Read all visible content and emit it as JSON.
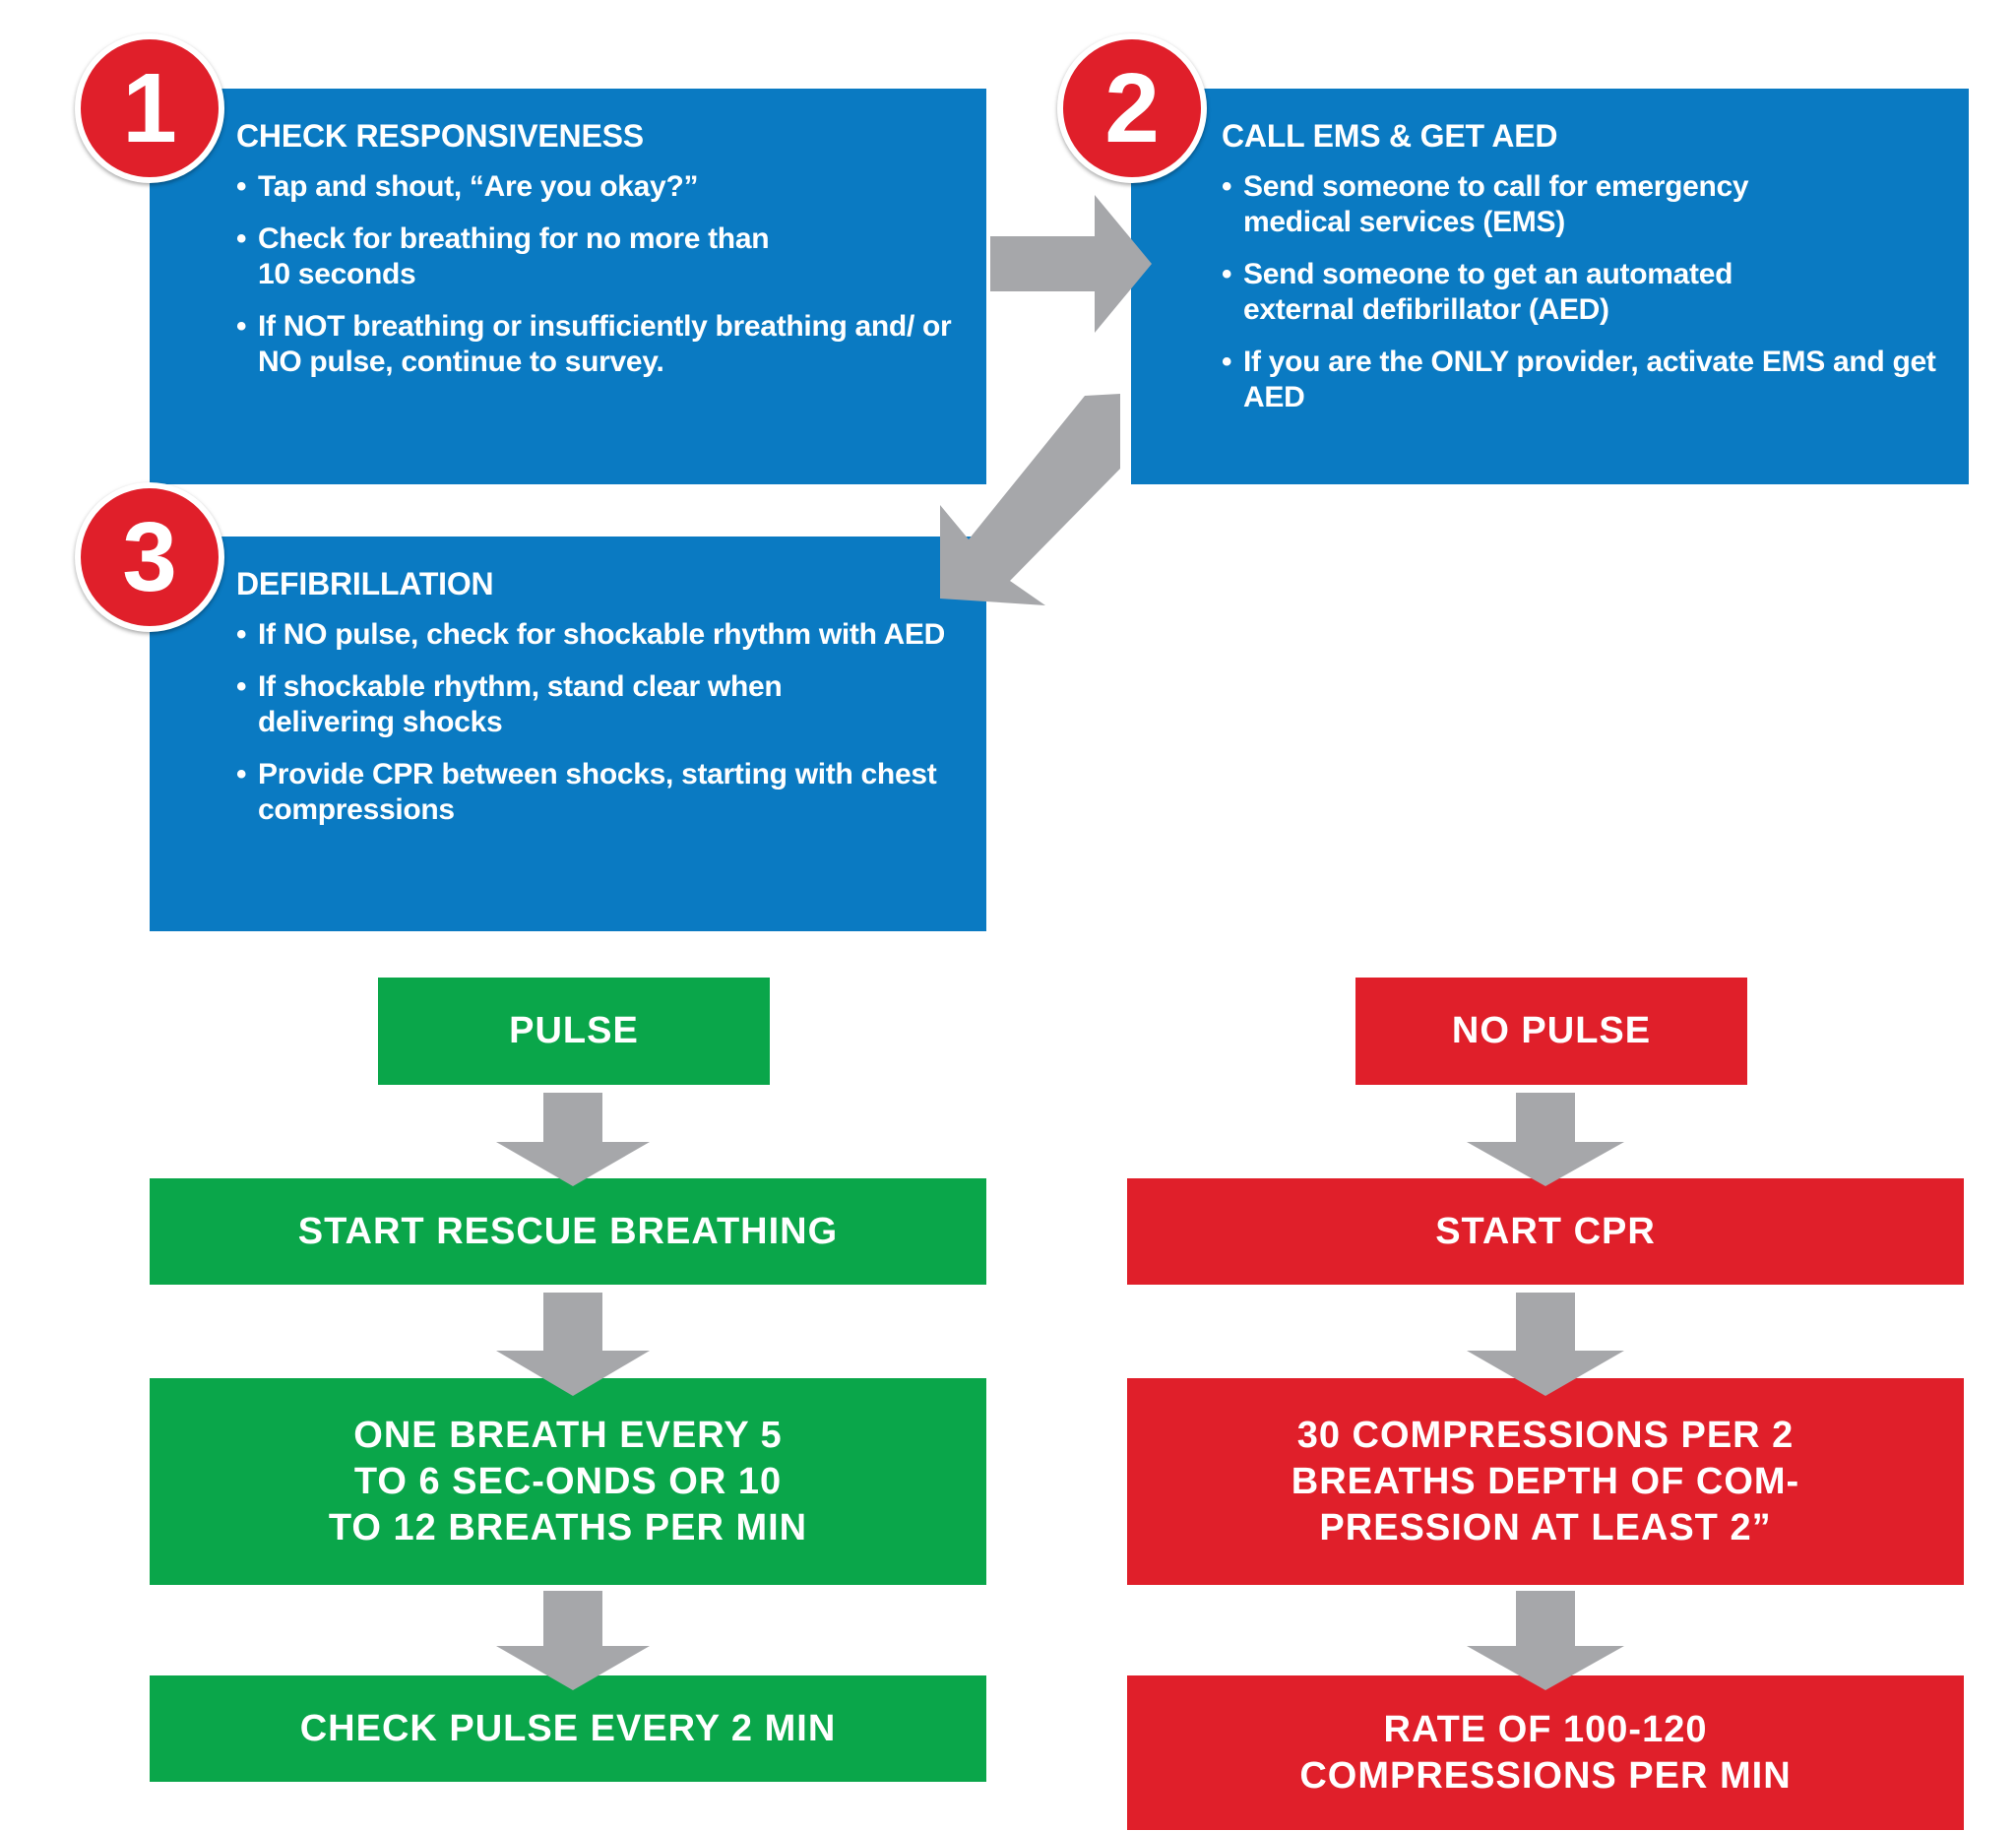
{
  "colors": {
    "step_blue": "#0a7ac2",
    "badge_red": "#e01f2a",
    "pulse_green": "#0aa64a",
    "no_pulse_red": "#e01f2a",
    "arrow_gray": "#a6a7aa"
  },
  "steps": [
    {
      "number": "1",
      "title": "CHECK RESPONSIVENESS",
      "bullets": [
        "Tap and shout, “Are you okay?”",
        "Check for breathing for no more than 10 seconds",
        "If NOT breathing or insufficiently breathing and/ or NO pulse, continue to survey."
      ]
    },
    {
      "number": "2",
      "title": "CALL EMS & GET AED",
      "bullets": [
        "Send someone to call for emergency medical services (EMS)",
        "Send someone to get an automated external defibrillator (AED)",
        "If you are the ONLY provider, activate EMS and get AED"
      ]
    },
    {
      "number": "3",
      "title": "DEFIBRILLATION",
      "bullets": [
        "If NO pulse, check for shockable rhythm with AED",
        "If shockable rhythm, stand clear when delivering shocks",
        "Provide CPR between shocks, starting with chest compressions"
      ]
    }
  ],
  "pulse_branch": {
    "label": "PULSE",
    "steps": [
      "START RESCUE BREATHING",
      "ONE BREATH EVERY 5 TO 6 SEC-ONDS OR 10 TO 12 BREATHS PER MIN",
      "CHECK PULSE EVERY 2 MIN"
    ]
  },
  "no_pulse_branch": {
    "label": "NO PULSE",
    "steps": [
      "START CPR",
      "30 COMPRESSIONS PER 2 BREATHS DEPTH OF COM-PRESSION AT LEAST 2”",
      "RATE OF 100-120 COMPRESSIONS PER MIN"
    ]
  }
}
